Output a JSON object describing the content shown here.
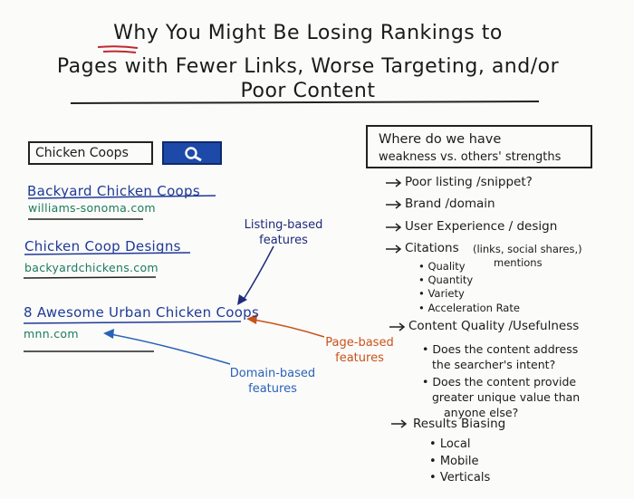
{
  "title": {
    "line1_why": "Why",
    "line1_rest": "You Might Be Losing Rankings to",
    "line2": "Pages with Fewer Links, Worse Targeting, and/or",
    "line3": "Poor Content"
  },
  "search": {
    "query": "Chicken Coops",
    "button_icon": "search-icon",
    "button_color": "#1d49a8"
  },
  "results": [
    {
      "title": "Backyard Chicken Coops",
      "url": "williams-sonoma.com"
    },
    {
      "title": "Chicken Coop Designs",
      "url": "backyardchickens.com"
    },
    {
      "title": "8 Awesome Urban Chicken Coops",
      "url": "mnn.com"
    }
  ],
  "annotations": {
    "listing": {
      "line1": "Listing-based",
      "line2": "features",
      "color": "#1f2a7a"
    },
    "page": {
      "line1": "Page-based",
      "line2": "features",
      "color": "#c8531a"
    },
    "domain": {
      "line1": "Domain-based",
      "line2": "features",
      "color": "#2a62b8"
    }
  },
  "panel": {
    "heading_line1": "Where do we have",
    "heading_line2": "weakness vs. others' strengths",
    "items": [
      {
        "text": "Poor listing /snippet?"
      },
      {
        "text": "Brand /domain"
      },
      {
        "text": "User Experience / design"
      },
      {
        "text": "Citations",
        "note_line1": "(links, social shares,)",
        "note_line2": "mentions",
        "subs": [
          "Quality",
          "Quantity",
          "Variety",
          "Acceleration Rate"
        ]
      },
      {
        "text": "Content Quality /Usefulness",
        "q1_line1": "Does the content address",
        "q1_line2": "the searcher's intent?",
        "q2_line1": "Does the content provide",
        "q2_line2": "greater unique value than",
        "q2_line3": "anyone else?"
      },
      {
        "text": "Results Biasing",
        "subs": [
          "Local",
          "Mobile",
          "Verticals"
        ]
      }
    ]
  }
}
